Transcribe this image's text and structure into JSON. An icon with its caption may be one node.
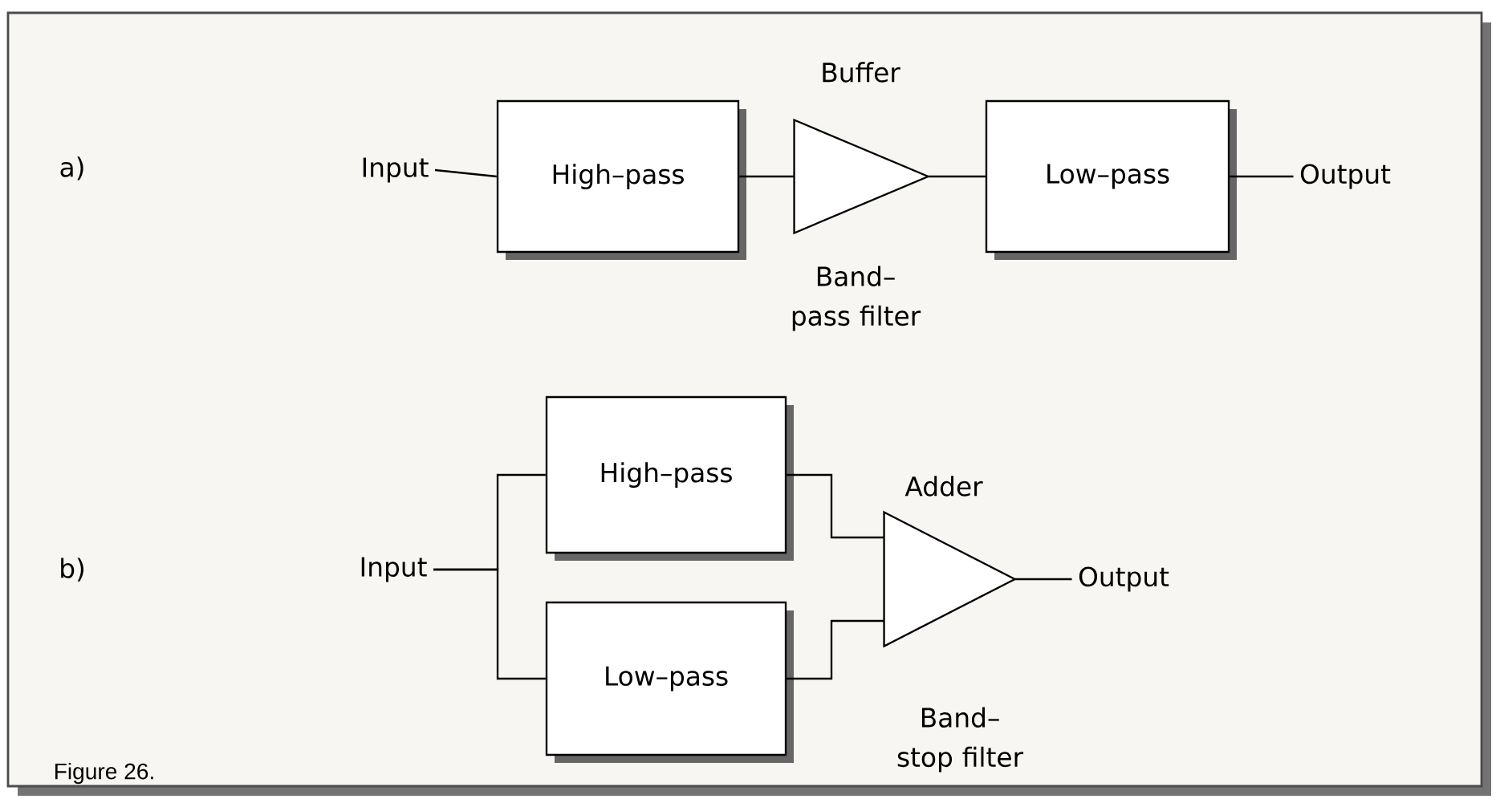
{
  "diagram": {
    "nodes": [
      {
        "text": [
          "Input"
        ]
      },
      {
        "text": [
          "High–pass"
        ]
      },
      {
        "text": [],
        "shape": "triangle",
        "beside": [
          "Buffer"
        ]
      },
      {
        "text": [
          "Low–pass"
        ]
      },
      {
        "text": [
          "Output"
        ]
      },
      {
        "text": [
          "Input"
        ]
      },
      {
        "text": [
          "High–pass"
        ]
      },
      {
        "text": [
          "Low–pass"
        ]
      },
      {
        "text": [],
        "shape": "triangle",
        "beside": [
          "Adder"
        ]
      },
      {
        "text": [
          "Output"
        ]
      }
    ],
    "edges": [
      {
        "from": 0,
        "to": 1,
        "arrow": "none"
      },
      {
        "from": 1,
        "to": 2,
        "arrow": "none"
      },
      {
        "from": 2,
        "to": 3,
        "arrow": "none"
      },
      {
        "from": 3,
        "to": 4,
        "arrow": "none"
      },
      {
        "from": 5,
        "to": 6,
        "arrow": "none"
      },
      {
        "from": 5,
        "to": 7,
        "arrow": "none"
      },
      {
        "from": 6,
        "to": 8,
        "arrow": "none"
      },
      {
        "from": 7,
        "to": 8,
        "arrow": "none"
      },
      {
        "from": 8,
        "to": 9,
        "arrow": "none"
      }
    ],
    "labels": [
      "a)",
      "Band–pass filter",
      "b)",
      "Band–stop filter",
      "Figure 26."
    ]
  }
}
